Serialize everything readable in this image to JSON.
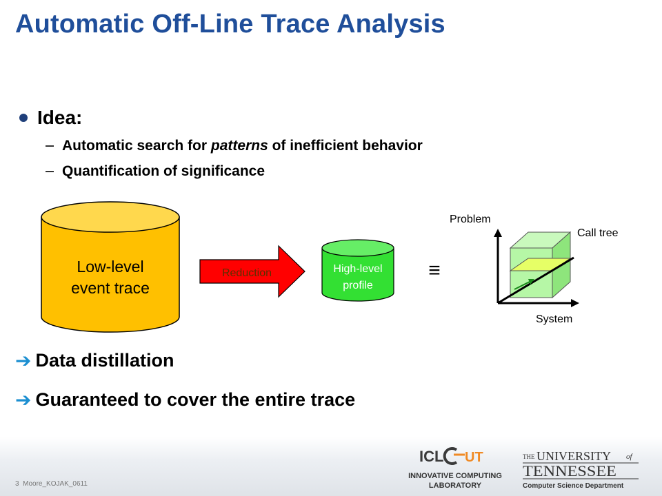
{
  "title": "Automatic Off-Line Trace Analysis",
  "idea": {
    "label": "Idea:",
    "items": [
      {
        "pre": "Automatic search for ",
        "em": "patterns",
        "post": " of inefficient behavior"
      },
      {
        "text": "Quantification of significance"
      }
    ]
  },
  "diagram": {
    "low_level_line1": "Low-level",
    "low_level_line2": "event trace",
    "reduction": "Reduction",
    "high_level_line1": "High-level",
    "high_level_line2": "profile",
    "equiv": "≡",
    "axis_problem": "Problem",
    "axis_call_tree": "Call tree",
    "axis_system": "System",
    "colors": {
      "low_cylinder": "#ffc000",
      "reduction_arrow": "#ff0000",
      "high_cylinder": "#33e033",
      "cube": "#b6f7a6",
      "cube_slice": "#e6ff66"
    }
  },
  "conclusions": [
    "Data distillation",
    "Guaranteed to cover the entire trace"
  ],
  "footer": {
    "slide_number": "3",
    "slide_code": "Moore_KOJAK_0611",
    "icl_name": "ICL",
    "icl_line1": "INNOVATIVE COMPUTING",
    "icl_line2": "LABORATORY",
    "ut_the": "THE",
    "ut_university": "UNIVERSITY",
    "ut_of": "of",
    "ut_tennessee": "TENNESSEE",
    "ut_dept": "Computer Science Department"
  }
}
